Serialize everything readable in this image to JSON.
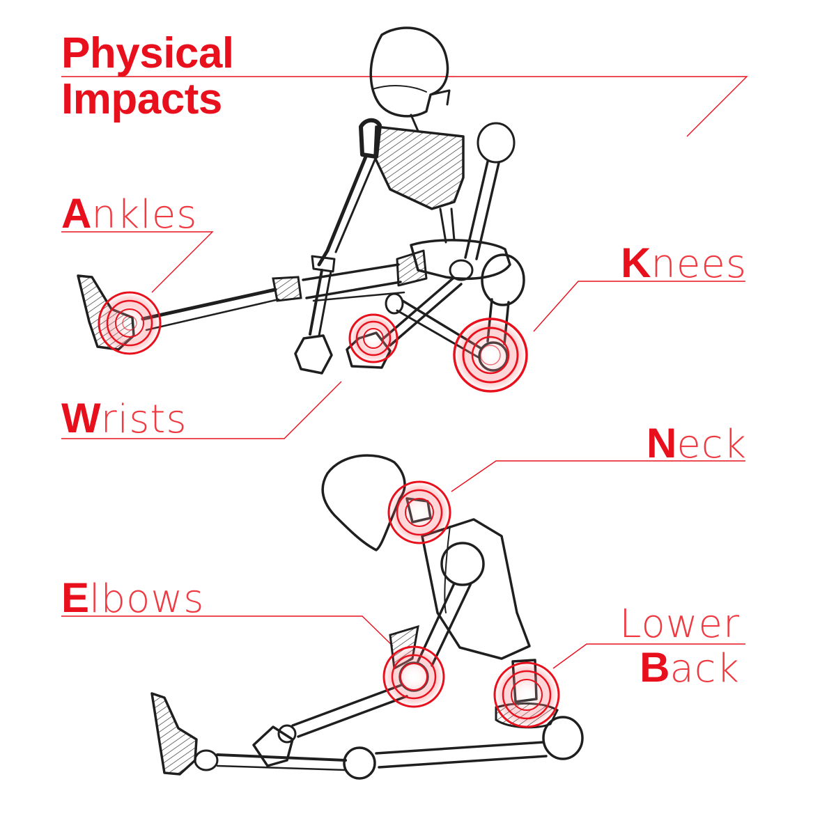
{
  "title": {
    "line1": "Physical",
    "line2": "Impacts"
  },
  "labels": {
    "ankles": {
      "initial": "A",
      "rest": "nkles"
    },
    "wrists": {
      "initial": "W",
      "rest": "rists"
    },
    "knees": {
      "initial": "K",
      "rest": "nees"
    },
    "neck": {
      "initial": "N",
      "rest": "eck"
    },
    "elbows": {
      "initial": "E",
      "rest": "lbows"
    },
    "lower_back": {
      "line1": "Lower",
      "initial": "B",
      "rest": "ack"
    }
  },
  "colors": {
    "accent": "#e8101c",
    "sketch": "#1f1f1f",
    "background": "#ffffff"
  }
}
